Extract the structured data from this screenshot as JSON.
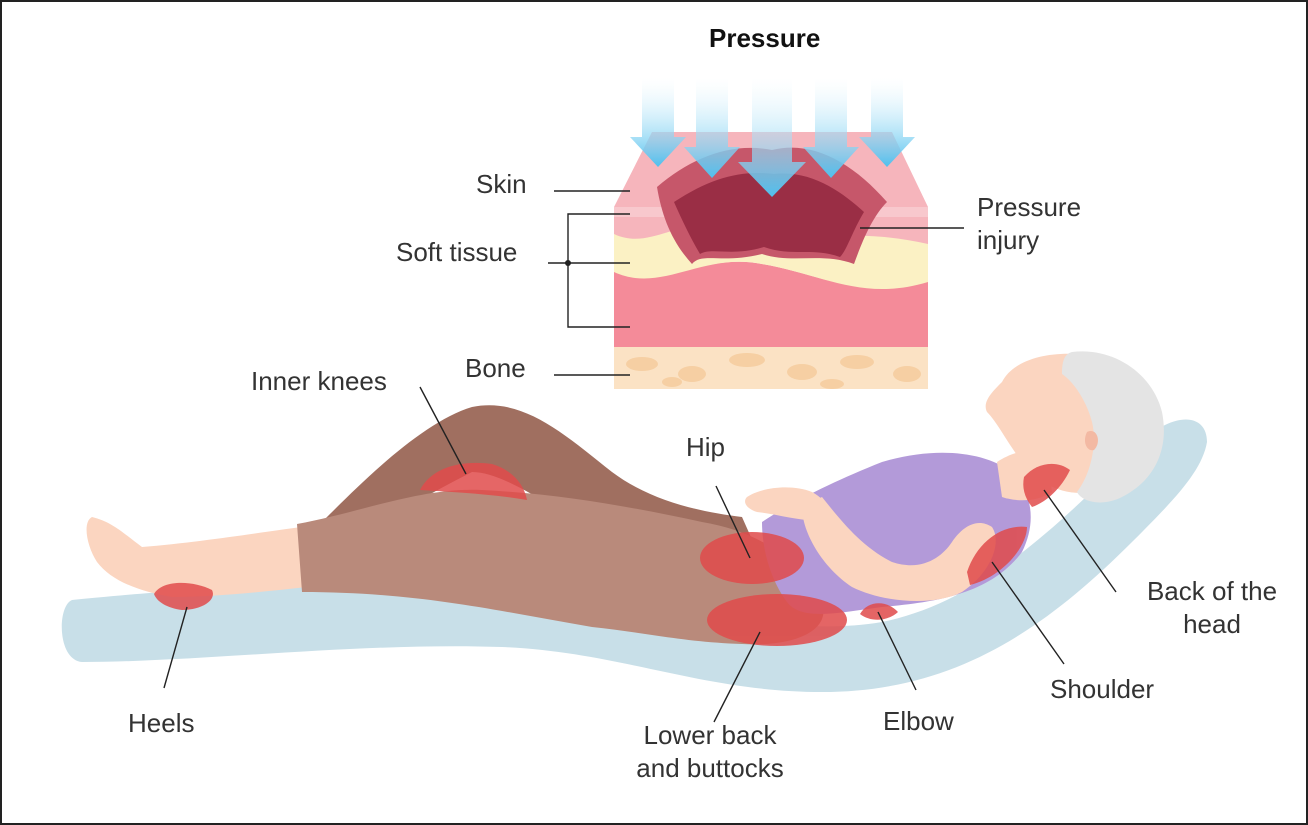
{
  "title": "Pressure",
  "cross_section_labels": {
    "skin": "Skin",
    "soft_tissue": "Soft tissue",
    "bone": "Bone",
    "pressure_injury_line1": "Pressure",
    "pressure_injury_line2": "injury"
  },
  "body_labels": {
    "inner_knees": "Inner knees",
    "hip": "Hip",
    "back_of_head_line1": "Back of the",
    "back_of_head_line2": "head",
    "shoulder": "Shoulder",
    "elbow": "Elbow",
    "lower_back_line1": "Lower back",
    "lower_back_line2": "and buttocks",
    "heels": "Heels"
  },
  "colors": {
    "arrow": "#7fd0f0",
    "skin_layer": "#f6b5bc",
    "fat_layer": "#fbf1c4",
    "muscle_layer": "#f48b99",
    "bone_layer": "#fbe2c4",
    "wound_outer": "#c6576a",
    "wound_inner": "#9a2e45",
    "mattress": "#c8dfe8",
    "pants_dark": "#a06f60",
    "pants_light": "#b98a7b",
    "shirt": "#b39ad9",
    "skin": "#fbd5c0",
    "hair": "#e4e4e4",
    "pressure_spot": "#e04b4b"
  }
}
